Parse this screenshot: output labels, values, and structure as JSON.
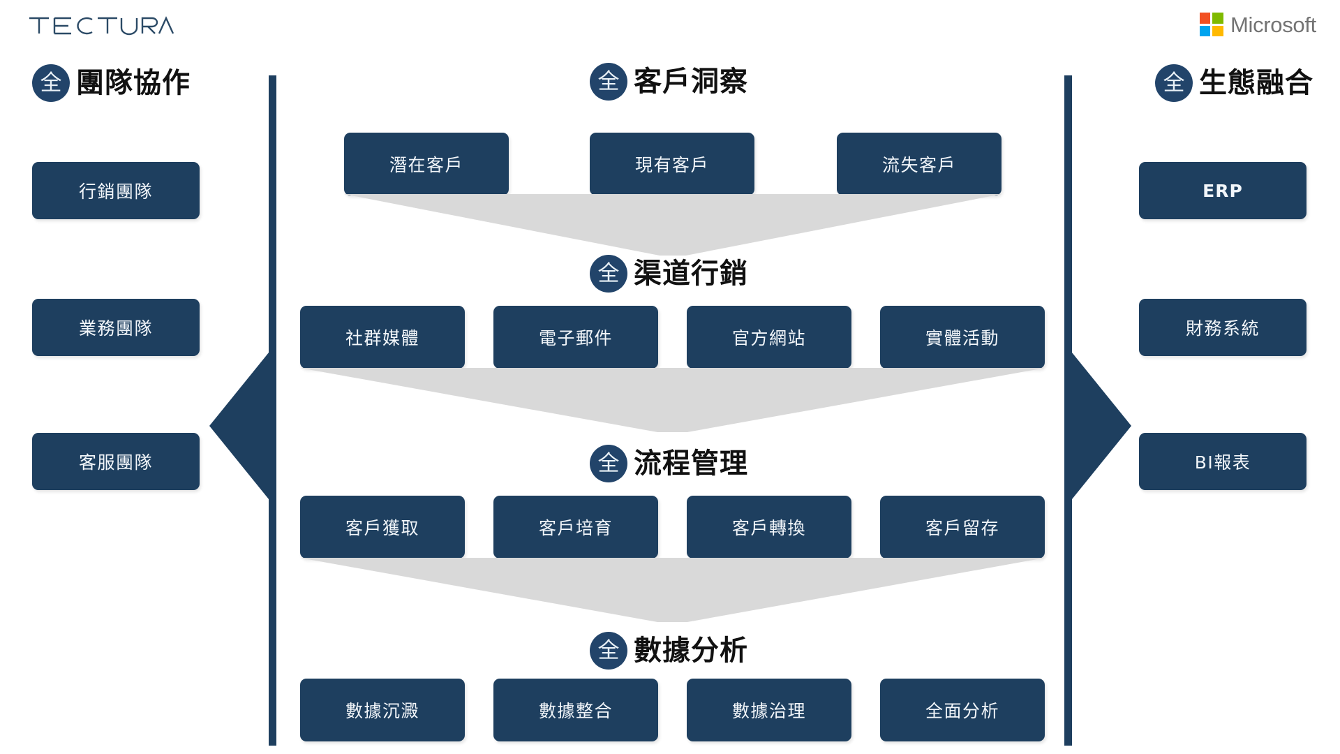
{
  "brand": {
    "logo_text": "TECTURA",
    "partner_logo_text": "Microsoft",
    "partner_colors": {
      "red": "#f25022",
      "green": "#7fba00",
      "blue": "#00a4ef",
      "yellow": "#ffb900"
    }
  },
  "theme": {
    "navy": "#1e3f5f",
    "badge_navy": "#22446a",
    "funnel_gray": "#d9d9d9",
    "box_text": "#f2f6fa",
    "title_text": "#111111"
  },
  "badge_glyph": "全",
  "left_panel": {
    "heading": "團隊協作",
    "badge": "全",
    "items": [
      {
        "label": "行銷團隊"
      },
      {
        "label": "業務團隊"
      },
      {
        "label": "客服團隊"
      }
    ]
  },
  "right_panel": {
    "heading": "生態融合",
    "badge": "全",
    "items": [
      {
        "label": "ERP",
        "bold": true
      },
      {
        "label": "財務系統",
        "bold": false
      },
      {
        "label": "BI報表",
        "bold": false
      }
    ]
  },
  "center_sections": [
    {
      "heading": "客戶洞察",
      "badge": "全",
      "items": [
        {
          "label": "潛在客戶"
        },
        {
          "label": "現有客戶"
        },
        {
          "label": "流失客戶"
        }
      ]
    },
    {
      "heading": "渠道行銷",
      "badge": "全",
      "items": [
        {
          "label": "社群媒體"
        },
        {
          "label": "電子郵件"
        },
        {
          "label": "官方網站"
        },
        {
          "label": "實體活動"
        }
      ]
    },
    {
      "heading": "流程管理",
      "badge": "全",
      "items": [
        {
          "label": "客戶獲取"
        },
        {
          "label": "客戶培育"
        },
        {
          "label": "客戶轉換"
        },
        {
          "label": "客戶留存"
        }
      ]
    },
    {
      "heading": "數據分析",
      "badge": "全",
      "items": [
        {
          "label": "數據沉澱"
        },
        {
          "label": "數據整合"
        },
        {
          "label": "數據治理"
        },
        {
          "label": "全面分析"
        }
      ]
    }
  ]
}
